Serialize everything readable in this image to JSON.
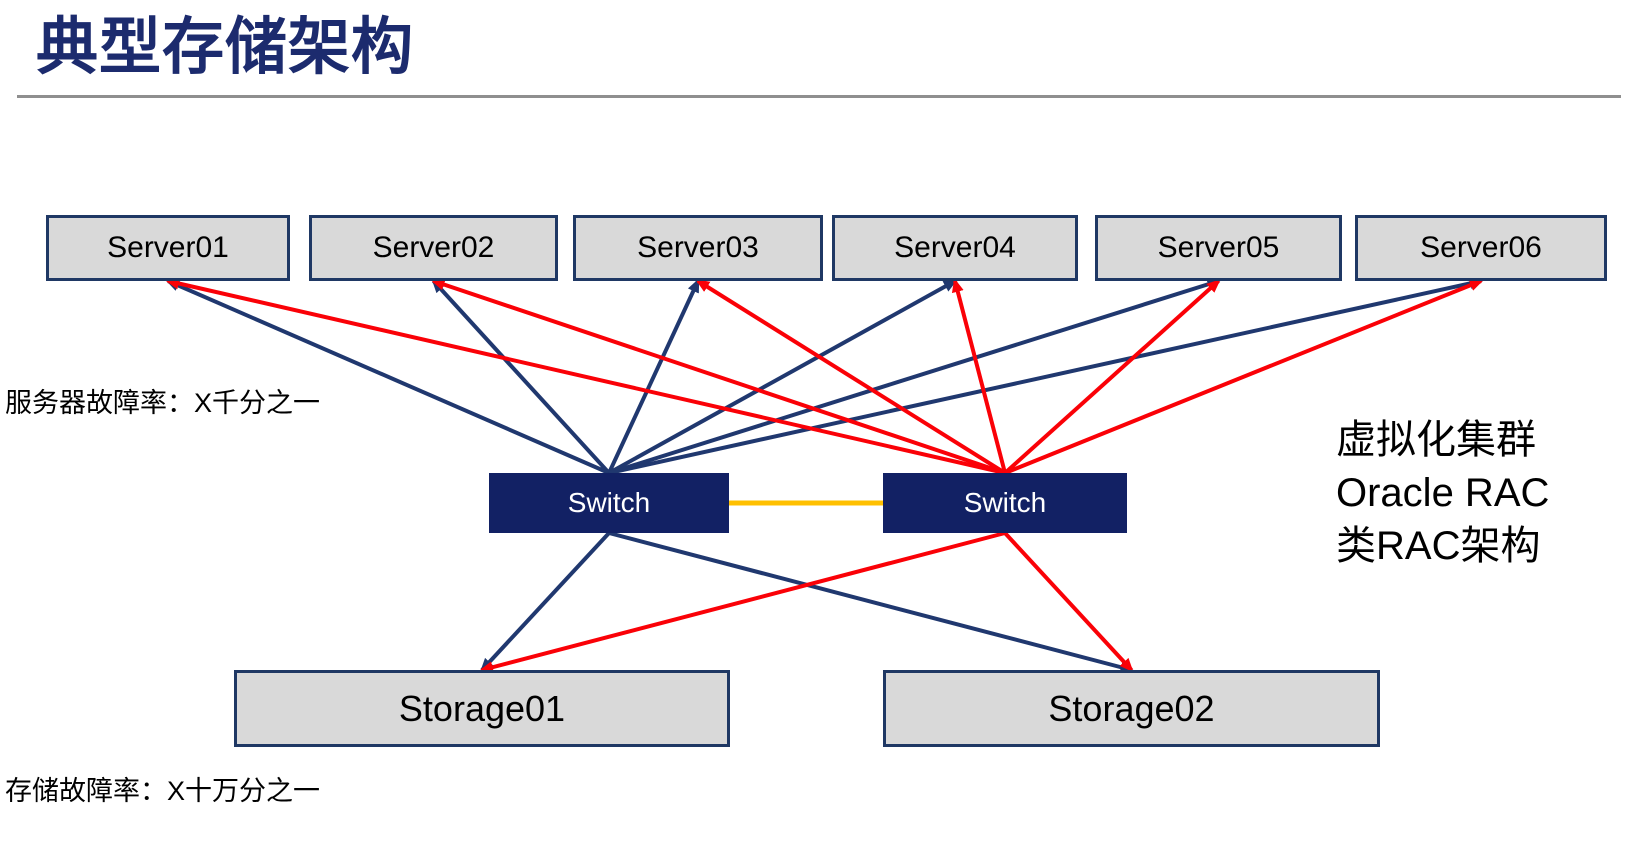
{
  "slide": {
    "title": "典型存储架构"
  },
  "nodes": {
    "servers": [
      {
        "id": "server01",
        "label": "Server01"
      },
      {
        "id": "server02",
        "label": "Server02"
      },
      {
        "id": "server03",
        "label": "Server03"
      },
      {
        "id": "server04",
        "label": "Server04"
      },
      {
        "id": "server05",
        "label": "Server05"
      },
      {
        "id": "server06",
        "label": "Server06"
      }
    ],
    "switches": [
      {
        "id": "switch-left",
        "label": "Switch"
      },
      {
        "id": "switch-right",
        "label": "Switch"
      }
    ],
    "storages": [
      {
        "id": "storage01",
        "label": "Storage01"
      },
      {
        "id": "storage02",
        "label": "Storage02"
      }
    ]
  },
  "annotations": {
    "server_failure_rate": "服务器故障率：X千分之一",
    "storage_failure_rate": "存储故障率：X十万分之一",
    "right_note_lines": [
      "虚拟化集群",
      "Oracle RAC",
      "类RAC架构"
    ]
  },
  "colors": {
    "title": "#1c2b6e",
    "box_fill": "#d9d9d9",
    "box_border": "#1f3864",
    "switch_fill": "#122164",
    "rule": "#8f8f8f"
  },
  "line_colors": {
    "blue": "#20386f",
    "red": "#fa0107",
    "orange": "#ffc000"
  },
  "connections": [
    {
      "from": "switch-left",
      "to": "server01",
      "color": "blue"
    },
    {
      "from": "switch-left",
      "to": "server02",
      "color": "blue"
    },
    {
      "from": "switch-left",
      "to": "server03",
      "color": "blue"
    },
    {
      "from": "switch-left",
      "to": "server04",
      "color": "blue"
    },
    {
      "from": "switch-left",
      "to": "server05",
      "color": "blue"
    },
    {
      "from": "switch-left",
      "to": "server06",
      "color": "blue"
    },
    {
      "from": "switch-right",
      "to": "server01",
      "color": "red"
    },
    {
      "from": "switch-right",
      "to": "server02",
      "color": "red"
    },
    {
      "from": "switch-right",
      "to": "server03",
      "color": "red"
    },
    {
      "from": "switch-right",
      "to": "server04",
      "color": "red"
    },
    {
      "from": "switch-right",
      "to": "server05",
      "color": "red"
    },
    {
      "from": "switch-right",
      "to": "server06",
      "color": "red"
    },
    {
      "from": "switch-left",
      "to": "storage01",
      "color": "blue"
    },
    {
      "from": "switch-left",
      "to": "storage02",
      "color": "blue"
    },
    {
      "from": "switch-right",
      "to": "storage01",
      "color": "red"
    },
    {
      "from": "switch-right",
      "to": "storage02",
      "color": "red"
    },
    {
      "from": "switch-left",
      "to": "switch-right",
      "color": "orange"
    }
  ]
}
